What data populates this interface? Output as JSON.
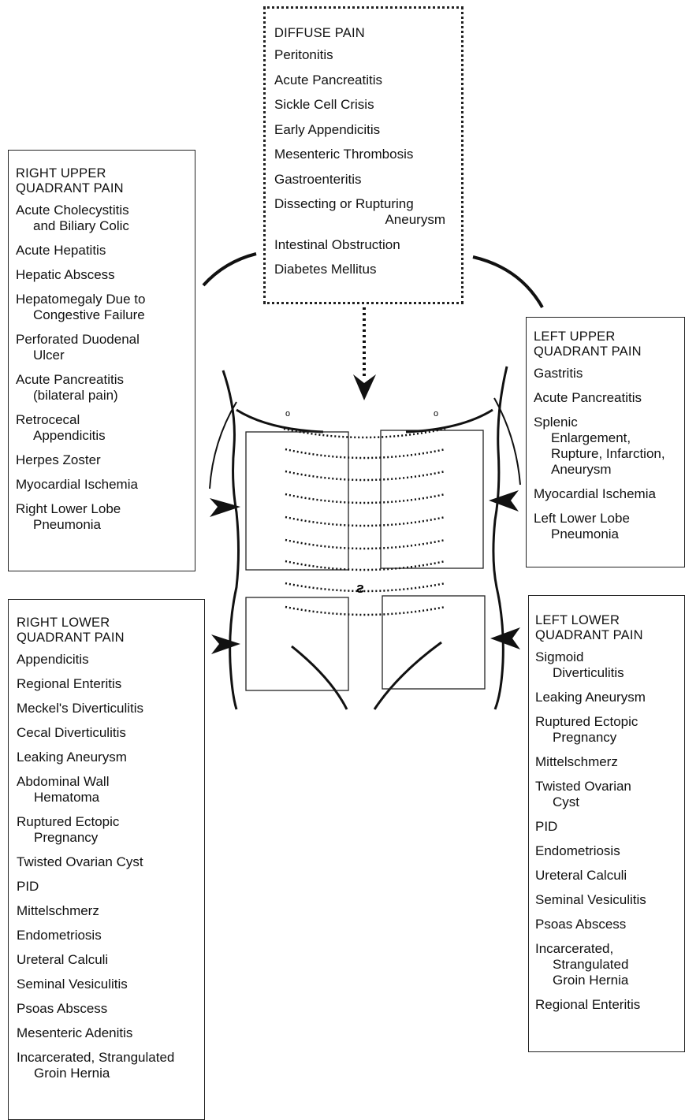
{
  "diffuse": {
    "title": "DIFFUSE PAIN",
    "items": [
      [
        "Peritonitis"
      ],
      [
        "Acute Pancreatitis"
      ],
      [
        "Sickle Cell Crisis"
      ],
      [
        "Early Appendicitis"
      ],
      [
        "Mesenteric Thrombosis"
      ],
      [
        "Gastroenteritis"
      ],
      [
        "Dissecting or Rupturing",
        "Aneurysm"
      ],
      [
        "Intestinal Obstruction"
      ],
      [
        "Diabetes Mellitus"
      ]
    ]
  },
  "ruq": {
    "title_line1": "RIGHT UPPER",
    "title_line2": "QUADRANT PAIN",
    "items": [
      [
        "Acute Cholecystitis",
        "and Biliary Colic"
      ],
      [
        "Acute Hepatitis"
      ],
      [
        "Hepatic Abscess"
      ],
      [
        "Hepatomegaly Due to",
        "Congestive Failure"
      ],
      [
        "Perforated Duodenal",
        "Ulcer"
      ],
      [
        "Acute Pancreatitis",
        "(bilateral pain)"
      ],
      [
        "Retrocecal",
        "Appendicitis"
      ],
      [
        "Herpes Zoster"
      ],
      [
        "Myocardial Ischemia"
      ],
      [
        "Right Lower Lobe",
        "Pneumonia"
      ]
    ]
  },
  "luq": {
    "title_line1": "LEFT UPPER",
    "title_line2": "QUADRANT PAIN",
    "items": [
      [
        "Gastritis"
      ],
      [
        "Acute Pancreatitis"
      ],
      [
        "Splenic",
        "Enlargement,",
        "Rupture, Infarction,",
        "Aneurysm"
      ],
      [
        "Myocardial Ischemia"
      ],
      [
        "Left Lower Lobe",
        "Pneumonia"
      ]
    ]
  },
  "rlq": {
    "title_line1": "RIGHT LOWER",
    "title_line2": "QUADRANT PAIN",
    "items": [
      [
        "Appendicitis"
      ],
      [
        "Regional Enteritis"
      ],
      [
        "Meckel's Diverticulitis"
      ],
      [
        "Cecal Diverticulitis"
      ],
      [
        "Leaking Aneurysm"
      ],
      [
        "Abdominal Wall",
        "Hematoma"
      ],
      [
        "Ruptured Ectopic",
        "Pregnancy"
      ],
      [
        "Twisted Ovarian Cyst"
      ],
      [
        "PID"
      ],
      [
        "Mittelschmerz"
      ],
      [
        "Endometriosis"
      ],
      [
        "Ureteral Calculi"
      ],
      [
        "Seminal Vesiculitis"
      ],
      [
        "Psoas Abscess"
      ],
      [
        "Mesenteric Adenitis"
      ],
      [
        "Incarcerated, Strangulated",
        "Groin Hernia"
      ]
    ]
  },
  "llq": {
    "title_line1": "LEFT LOWER",
    "title_line2": "QUADRANT PAIN",
    "items": [
      [
        "Sigmoid",
        "Diverticulitis"
      ],
      [
        "Leaking Aneurysm"
      ],
      [
        "Ruptured Ectopic",
        "Pregnancy"
      ],
      [
        "Mittelschmerz"
      ],
      [
        "Twisted Ovarian",
        "Cyst"
      ],
      [
        "PID"
      ],
      [
        "Endometriosis"
      ],
      [
        "Ureteral Calculi"
      ],
      [
        "Seminal Vesiculitis"
      ],
      [
        "Psoas Abscess"
      ],
      [
        "Incarcerated,",
        "Strangulated",
        "Groin Hernia"
      ],
      [
        "Regional Enteritis"
      ]
    ]
  }
}
